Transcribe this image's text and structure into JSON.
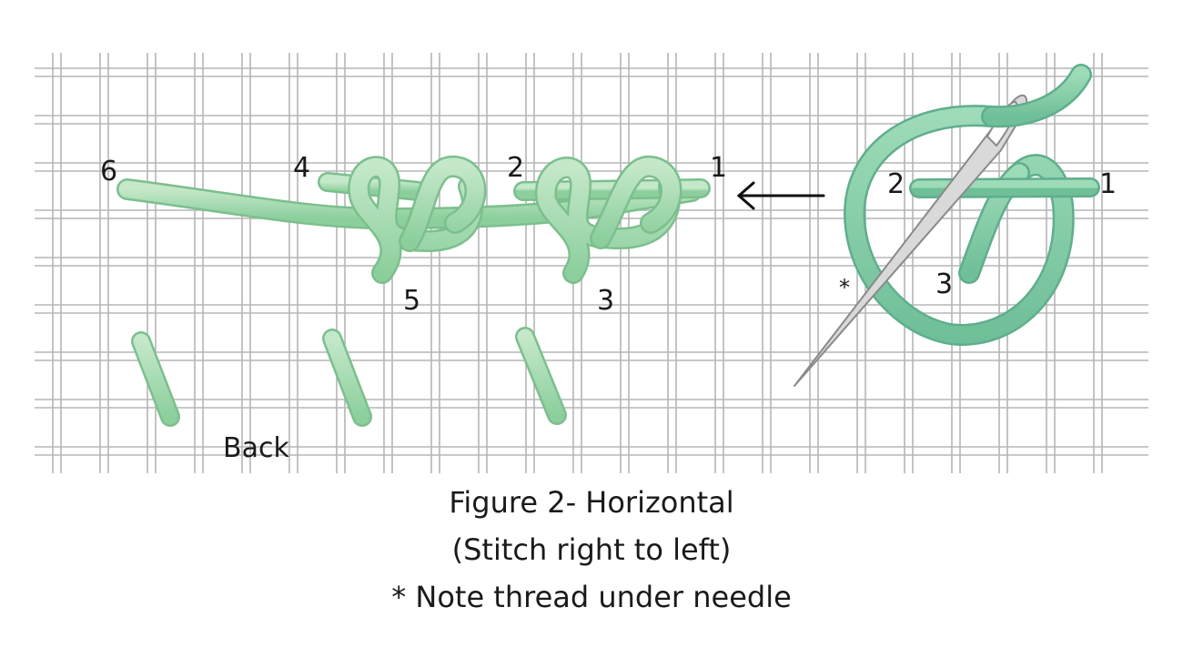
{
  "diagram": {
    "stitch_labels": {
      "left_six": "6",
      "left_four": "4",
      "left_two": "2",
      "left_one": "1",
      "left_five": "5",
      "left_three": "3",
      "right_two": "2",
      "right_one": "1",
      "right_three": "3"
    },
    "asterisk": "*",
    "back_label": "Back",
    "direction": "right-to-left",
    "colors": {
      "thread": "#a8d9b0",
      "thread_dark": "#6fbf8a",
      "canvas_line": "#b5b5b5",
      "needle": "#b8b8b8"
    }
  },
  "caption": {
    "line1": "Figure 2- Horizontal",
    "line2": "(Stitch right to left)",
    "line3": "* Note thread under needle"
  }
}
